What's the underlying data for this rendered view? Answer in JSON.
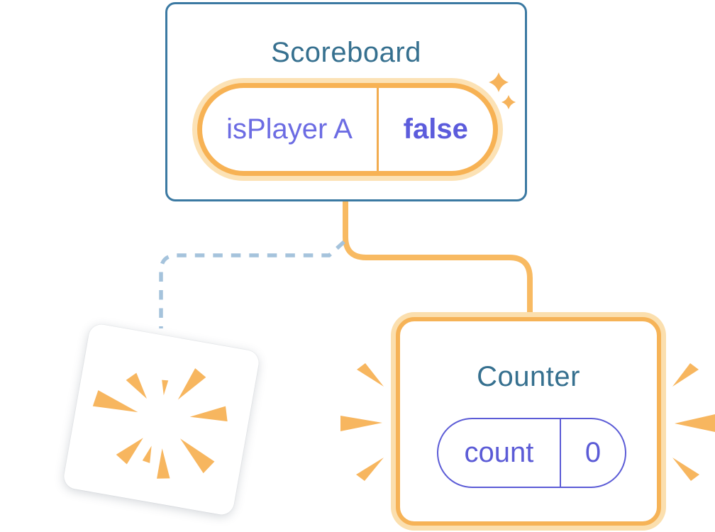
{
  "background_color": "#FFFFFF",
  "palette": {
    "card_border_blue": "#3B79A2",
    "title_text_blue": "#36708F",
    "state_name_purple": "#6C6CE3",
    "state_value_purple": "#5C5CDC",
    "highlight_orange": "#F7B254",
    "highlight_glow_orange": "#FCE2B5",
    "connector_orange": "#F8BA62",
    "connector_dashed_blue": "#A5C3DC",
    "spark_orange": "#F7B65F"
  },
  "scoreboard": {
    "title": "Scoreboard",
    "state": {
      "name": "isPlayer A",
      "value": "false"
    }
  },
  "counter": {
    "title": "Counter",
    "state": {
      "name": "count",
      "value": "0"
    }
  },
  "icons": {
    "sparkle": "sparkle-icon",
    "burst": "poof-burst-icon",
    "emphasis": "emphasis-spark-icon"
  }
}
